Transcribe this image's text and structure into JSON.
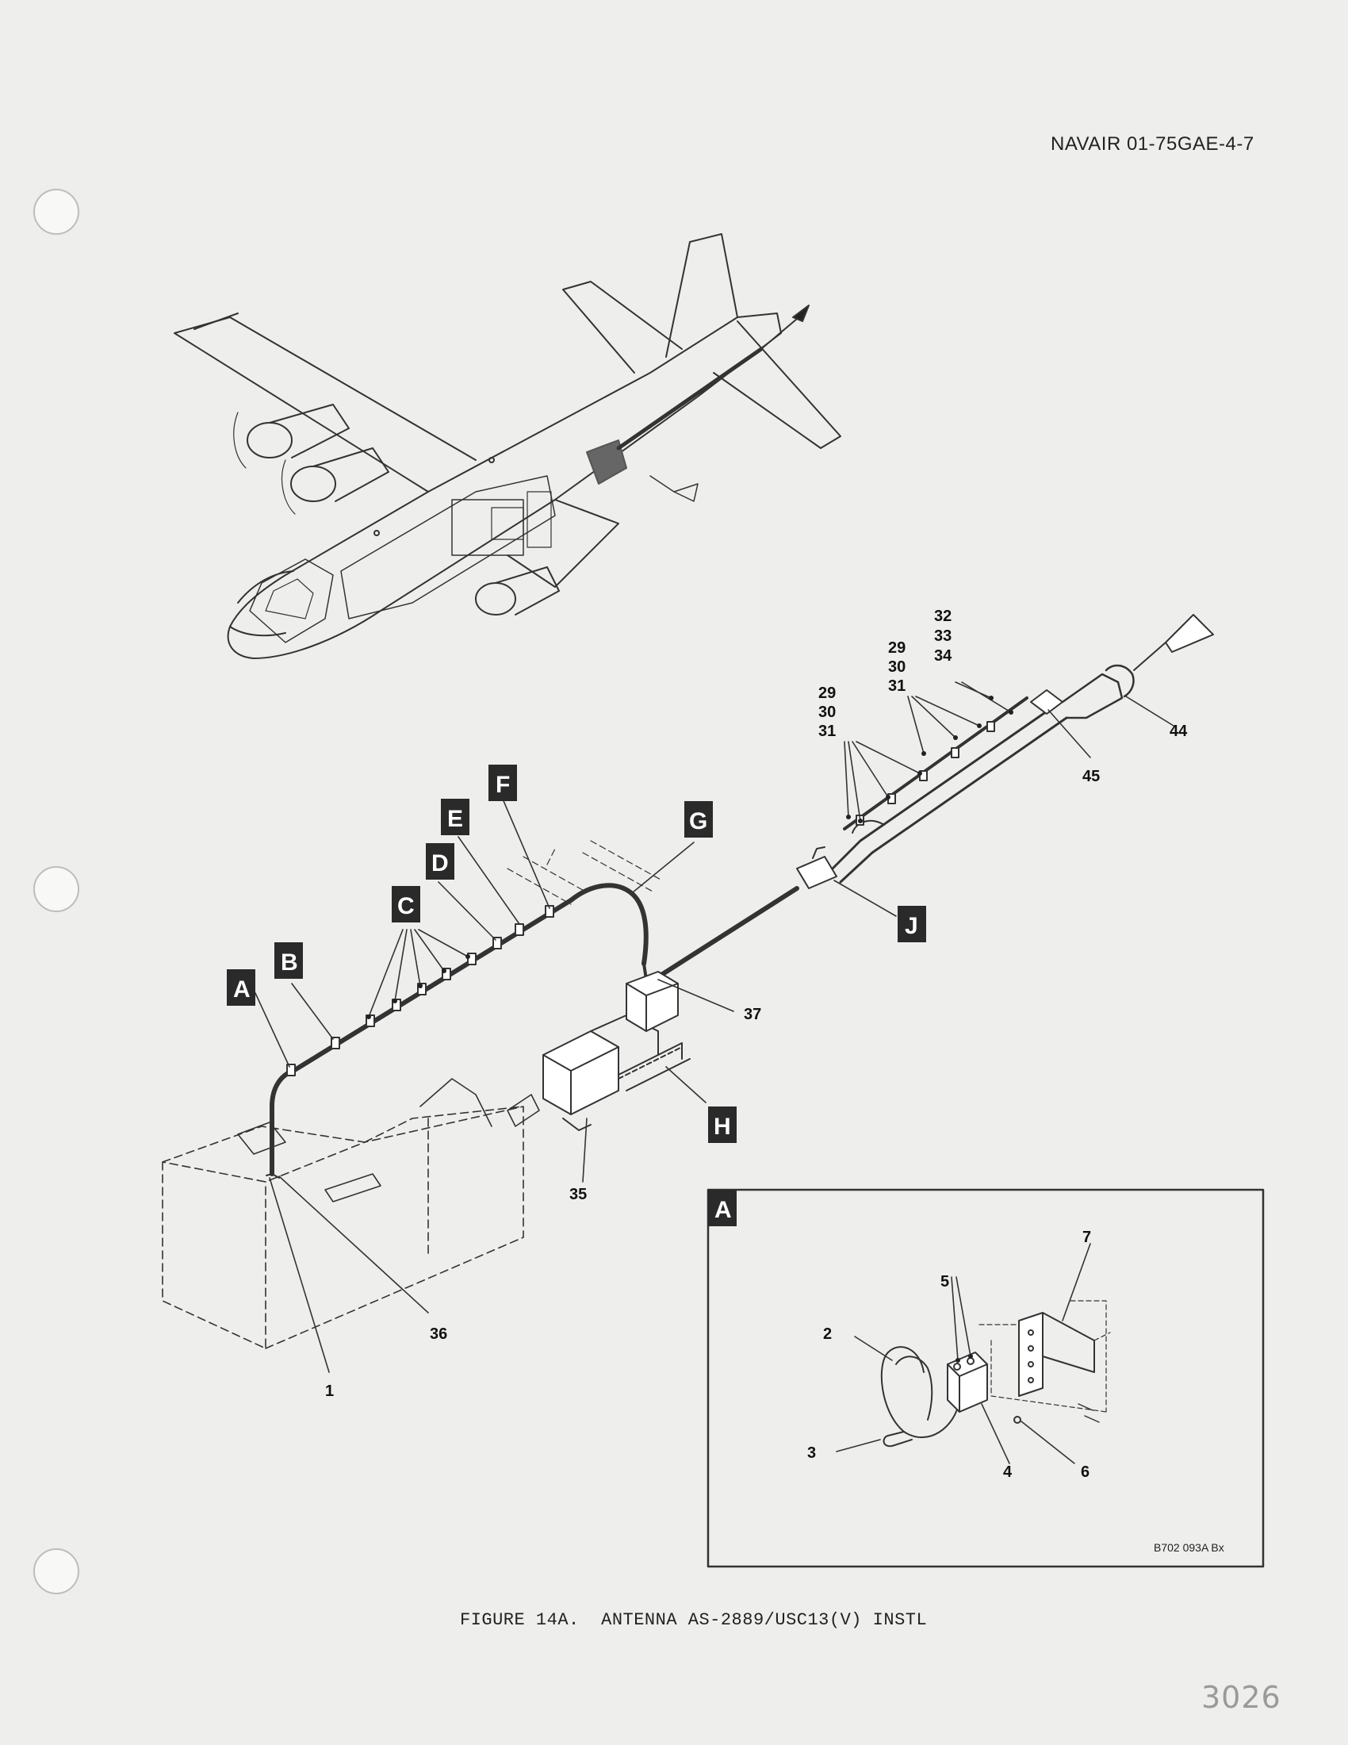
{
  "header": {
    "doc_number": "NAVAIR 01-75GAE-4-7"
  },
  "figure": {
    "caption": "FIGURE 14A.  ANTENNA AS-2889/USC13(V) INSTL"
  },
  "page_number": "3026",
  "callouts": {
    "c32_34": [
      "32",
      "33",
      "34"
    ],
    "c29_31_upper": [
      "29",
      "30",
      "31"
    ],
    "c29_31_lower": [
      "29",
      "30",
      "31"
    ],
    "c44": "44",
    "c45": "45",
    "c37": "37",
    "c35": "35",
    "c36": "36",
    "c1": "1"
  },
  "location_letters": {
    "A": "A",
    "B": "B",
    "C": "C",
    "D": "D",
    "E": "E",
    "F": "F",
    "G": "G",
    "H": "H",
    "J": "J"
  },
  "detail_view": {
    "letter": "A",
    "callouts": [
      "2",
      "3",
      "4",
      "5",
      "6",
      "7"
    ],
    "drawing_code": "B702 093A Bx"
  }
}
